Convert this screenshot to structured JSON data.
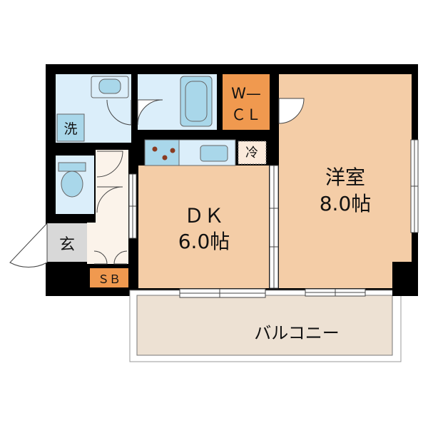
{
  "rooms": {
    "western_room": {
      "name": "洋室",
      "size": "8.0帖"
    },
    "dining_kitchen": {
      "name": "ＤＫ",
      "size": "6.0帖"
    },
    "closet": {
      "line1": "W—",
      "line2": "ＣＬ"
    },
    "balcony": {
      "name": "バルコニー"
    },
    "entrance": {
      "name": "玄"
    },
    "shoe_box": {
      "name": "ＳＢ"
    },
    "laundry": {
      "name": "洗"
    },
    "fridge": {
      "name": "冷"
    }
  },
  "colors": {
    "wall": "#000000",
    "room_floor": "#f4cda7",
    "wet_area": "#dbeefa",
    "fixture": "#a9d7ea",
    "storage": "#f0994f",
    "balcony": "#ede1d3",
    "entrance_floor": "#d8d8d8"
  }
}
